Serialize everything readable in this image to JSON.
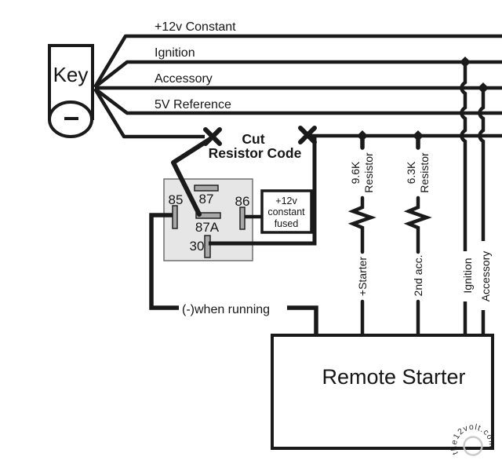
{
  "key": {
    "label": "Key"
  },
  "wires": {
    "constant": "+12v Constant",
    "ignition": "Ignition",
    "accessory": "Accessory",
    "reference": "5V Reference"
  },
  "cut": {
    "line1": "Cut",
    "line2": "Resistor Code"
  },
  "relay": {
    "pin85": "85",
    "pin87": "87",
    "pin86": "86",
    "pin87a": "87A",
    "pin30": "30"
  },
  "fused_box": {
    "line1": "+12v",
    "line2": "constant",
    "line3": "fused"
  },
  "resistors": [
    {
      "value": "9.6K",
      "unit": "Resistor",
      "output": "+Starter"
    },
    {
      "value": "6.3K",
      "unit": "Resistor",
      "output": "2nd acc."
    }
  ],
  "outputs": {
    "ignition": "Ignition",
    "accessory": "Accessory"
  },
  "running_label": "(-)when running",
  "remote_starter": {
    "label": "Remote Starter"
  },
  "watermark": {
    "text": "the12volt.com"
  },
  "colors": {
    "wire": "#1a1a1a",
    "relay_fill": "#e6e6e6",
    "relay_border": "#6f6f6f",
    "pin_fill": "#a8a8a8",
    "watermark": "#c6c6c6"
  }
}
